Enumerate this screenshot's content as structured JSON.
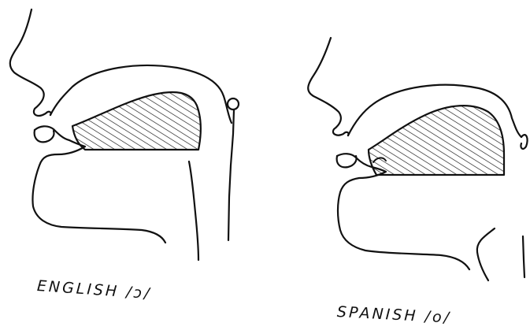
{
  "figures": [
    {
      "id": "english",
      "caption": "ENGLISH /ɔ/"
    },
    {
      "id": "spanish",
      "caption": "SPANISH /o/"
    }
  ],
  "colors": {
    "ink": "#111111",
    "paper": "#ffffff"
  }
}
